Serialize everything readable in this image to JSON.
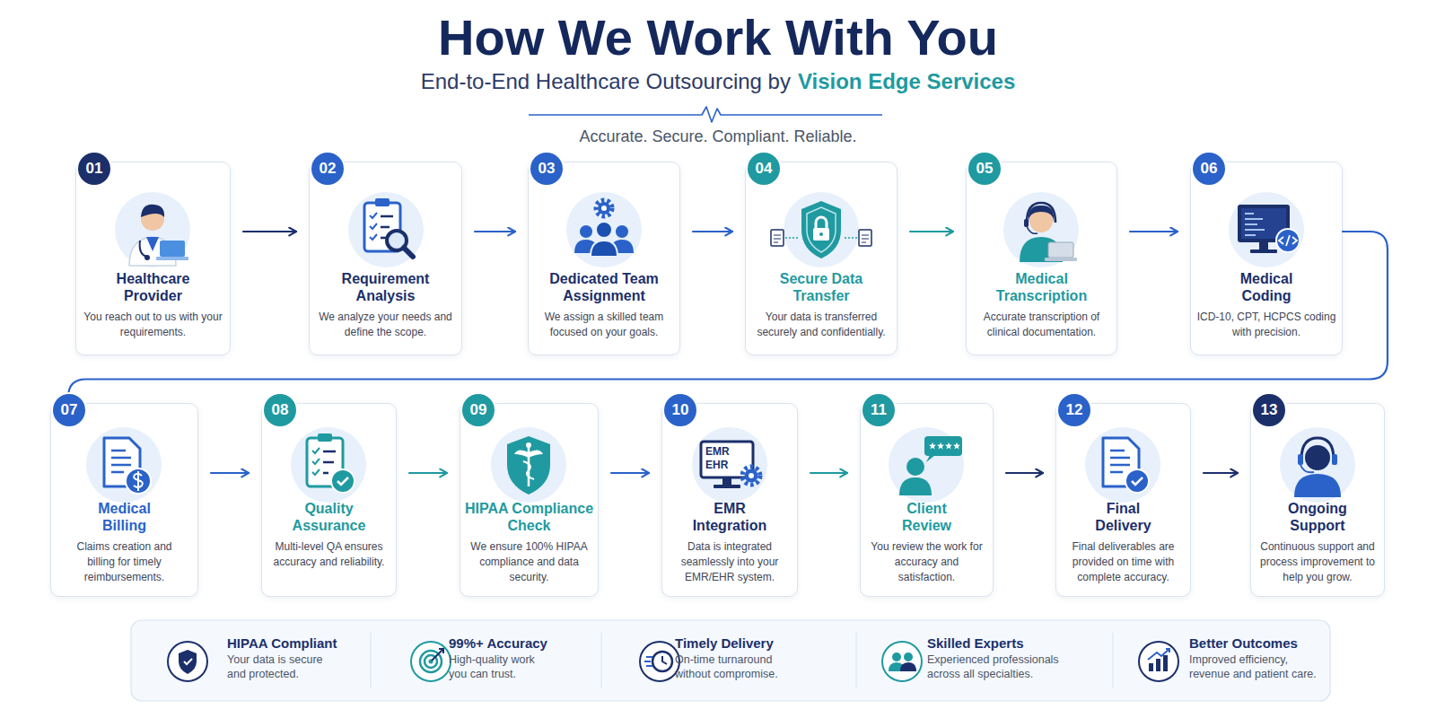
{
  "diagram": {
    "title": "How We Work With You",
    "nodes": [
      {
        "text": [
          "Healthcare Provider",
          "You reach out to us with your requirements."
        ]
      },
      {
        "text": [
          "Requirement Analysis",
          "We analyze your needs and define the scope."
        ]
      },
      {
        "text": [
          "Dedicated Team Assignment",
          "We assign a skilled team focused on your goals."
        ]
      },
      {
        "text": [
          "Secure Data Transfer",
          "Your data is transferred securely and confidentially."
        ]
      },
      {
        "text": [
          "Medical Transcription",
          "Accurate transcription of clinical documentation."
        ]
      },
      {
        "text": [
          "Medical Coding",
          "ICD-10, CPT, HCPCS coding with precision."
        ]
      },
      {
        "text": [
          "Medical Billing",
          "Claims creation and billing for timely reimbursements."
        ]
      },
      {
        "text": [
          "Quality Assurance",
          "Multi-level QA ensures accuracy and reliability."
        ]
      },
      {
        "text": [
          "HIPAA Compliance Check",
          "We ensure 100% HIPAA compliance and data security."
        ]
      },
      {
        "text": [
          "EMR Integration",
          "Data is integrated seamlessly into your EMR/EHR system."
        ]
      },
      {
        "text": [
          "Client Review",
          "You review the work for accuracy and satisfaction."
        ]
      },
      {
        "text": [
          "Final Delivery",
          "Final deliverables are provided on time with complete accuracy."
        ]
      },
      {
        "text": [
          "Ongoing Support",
          "Continuous support and process improvement to help you grow."
        ]
      }
    ],
    "edges": [
      {
        "from": 0,
        "to": 1,
        "arrow": "to"
      },
      {
        "from": 1,
        "to": 2,
        "arrow": "to"
      },
      {
        "from": 2,
        "to": 3,
        "arrow": "to"
      },
      {
        "from": 3,
        "to": 4,
        "arrow": "to"
      },
      {
        "from": 4,
        "to": 5,
        "arrow": "to"
      },
      {
        "from": 5,
        "to": 6,
        "arrow": "none"
      },
      {
        "from": 6,
        "to": 7,
        "arrow": "to"
      },
      {
        "from": 7,
        "to": 8,
        "arrow": "to"
      },
      {
        "from": 8,
        "to": 9,
        "arrow": "to"
      },
      {
        "from": 9,
        "to": 10,
        "arrow": "to"
      },
      {
        "from": 10,
        "to": 11,
        "arrow": "to"
      },
      {
        "from": 11,
        "to": 12,
        "arrow": "to"
      }
    ],
    "labels": [
      "End-to-End Healthcare Outsourcing by",
      "Vision Edge Services",
      "Accurate. Secure. Compliant. Reliable.",
      "01",
      "02",
      "03",
      "04",
      "05",
      "06",
      "07",
      "08",
      "09",
      "10",
      "11",
      "12",
      "13",
      "EMR",
      "EHR",
      "HIPAA Compliant",
      "Your data is secure and protected.",
      "99%+ Accuracy",
      "High-quality work you can trust.",
      "Timely Delivery",
      "On-time turnaround without compromise.",
      "Skilled Experts",
      "Experienced professionals across all specialties.",
      "Better Outcomes",
      "Improved efficiency, revenue and patient care."
    ]
  }
}
